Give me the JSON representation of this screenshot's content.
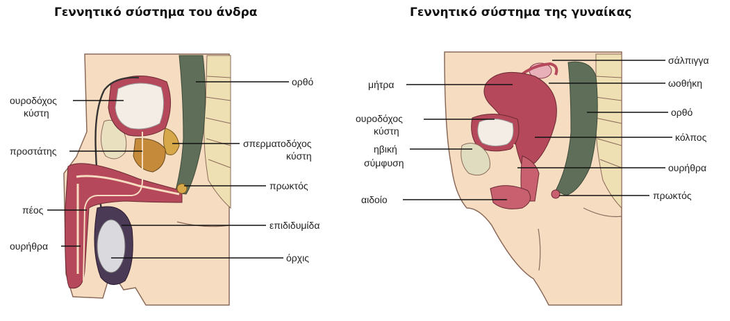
{
  "male": {
    "title": "Γεννητικό σύστημα του άνδρα",
    "labels": {
      "bladder_l1": "ουροδόχος",
      "bladder_l2": "κύστη",
      "prostate": "προστάτης",
      "penis": "πέος",
      "urethra": "ουρήθρα",
      "rectum": "ορθό",
      "seminal_l1": "σπερματοδόχος",
      "seminal_l2": "κύστη",
      "anus": "πρωκτός",
      "epididymis": "επιδιδυμίδα",
      "testis": "όρχις"
    }
  },
  "female": {
    "title": "Γεννητικό σύστημα της γυναίκας",
    "labels": {
      "uterus": "μήτρα",
      "bladder_l1": "ουροδόχος",
      "bladder_l2": "κύστη",
      "pubic_l1": "ηβική",
      "pubic_l2": "σύμφυση",
      "vulva": "αιδοίο",
      "tube": "σάλπιγγα",
      "ovary": "ωοθήκη",
      "rectum": "ορθό",
      "vagina": "κόλπος",
      "urethra": "ουρήθρα",
      "anus": "πρωκτός"
    }
  },
  "colors": {
    "skin": "#f6dcc0",
    "skin_outline": "#8a6a5a",
    "muscle": "#b5485a",
    "bladder": "#f4ede6",
    "rectum": "#5e6e58",
    "spine": "#efe0b4",
    "prostate": "#c58a3a",
    "testis": "#d9d9de"
  }
}
